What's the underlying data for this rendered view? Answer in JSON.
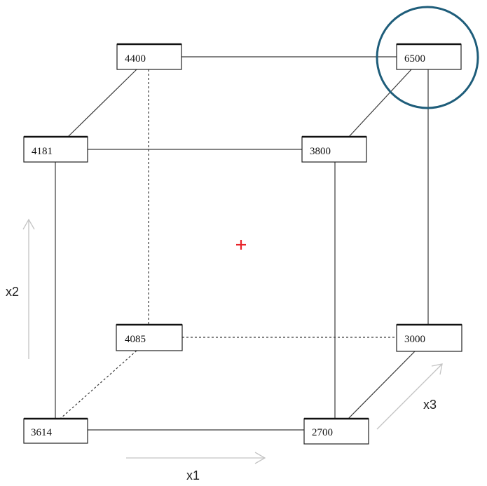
{
  "nodes": [
    {
      "id": "back-top-left",
      "value": "4400"
    },
    {
      "id": "back-top-right",
      "value": "6500"
    },
    {
      "id": "front-top-left",
      "value": "4181"
    },
    {
      "id": "front-top-right",
      "value": "3800"
    },
    {
      "id": "back-bottom-left",
      "value": "4085"
    },
    {
      "id": "back-bottom-right",
      "value": "3000"
    },
    {
      "id": "front-bottom-left",
      "value": "3614"
    },
    {
      "id": "front-bottom-right",
      "value": "2700"
    }
  ],
  "axes": {
    "x1": "x1",
    "x2": "x2",
    "x3": "x3"
  },
  "colors": {
    "highlight": "#1e5d7a",
    "center_mark": "#e8232a",
    "axis_arrow": "#c4c4c4"
  },
  "highlighted_node": "back-top-right"
}
